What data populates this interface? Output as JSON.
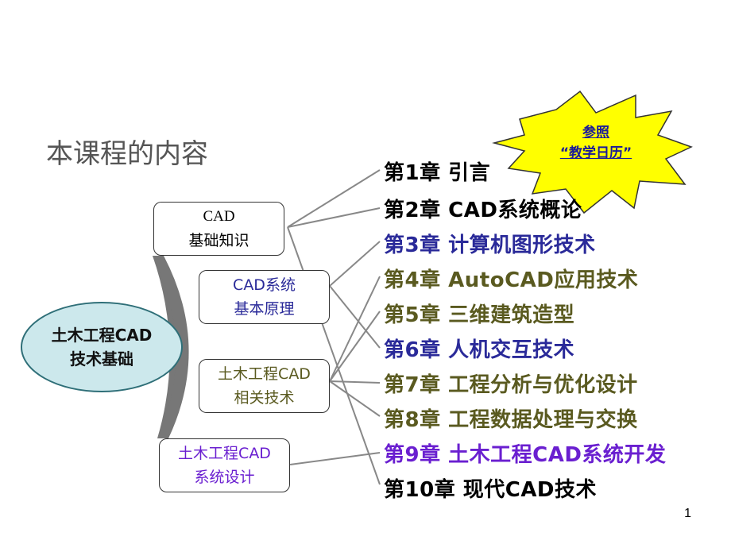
{
  "title": "本课程的内容",
  "core_topic": {
    "line1": "土木工程CAD",
    "line2": "技术基础"
  },
  "categories": [
    {
      "line1": "CAD",
      "line2": "基础知识",
      "color": "#000000"
    },
    {
      "line1": "CAD系统",
      "line2": "基本原理",
      "color": "#2a2a99"
    },
    {
      "line1": "土木工程CAD",
      "line2": "相关技术",
      "color": "#5a5a20"
    },
    {
      "line1": "土木工程CAD",
      "line2": "系统设计",
      "color": "#6a1fd0"
    }
  ],
  "chapters": [
    {
      "label": "第1章 引言",
      "color": "#000000"
    },
    {
      "label": "第2章 CAD系统概论",
      "color": "#000000"
    },
    {
      "label": "第3章 计算机图形技术",
      "color": "#2a2a99"
    },
    {
      "label": "第4章 AutoCAD应用技术",
      "color": "#5a5a20"
    },
    {
      "label": "第5章 三维建筑造型",
      "color": "#5a5a20"
    },
    {
      "label": "第6章 人机交互技术",
      "color": "#2a2a99"
    },
    {
      "label": "第7章 工程分析与优化设计",
      "color": "#5a5a20"
    },
    {
      "label": "第8章 工程数据处理与交换",
      "color": "#5a5a20"
    },
    {
      "label": "第9章 土木工程CAD系统开发",
      "color": "#6a1fd0"
    },
    {
      "label": "第10章 现代CAD技术",
      "color": "#000000"
    }
  ],
  "callout": {
    "line1": "参照",
    "line2": "“教学日历”",
    "fill": "#ffff00"
  },
  "page_number": "1"
}
